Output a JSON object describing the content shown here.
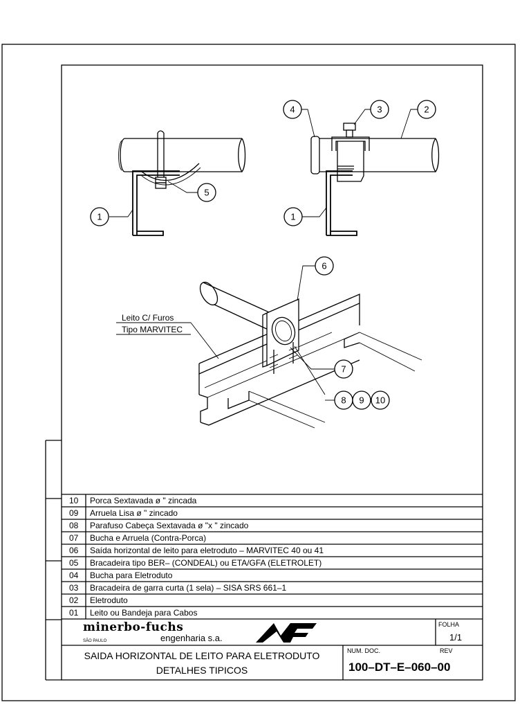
{
  "callouts": [
    {
      "id": "c1a",
      "num": "1"
    },
    {
      "id": "c5",
      "num": "5"
    },
    {
      "id": "c4",
      "num": "4"
    },
    {
      "id": "c3",
      "num": "3"
    },
    {
      "id": "c2",
      "num": "2"
    },
    {
      "id": "c1b",
      "num": "1"
    },
    {
      "id": "c6",
      "num": "6"
    },
    {
      "id": "c7",
      "num": "7"
    },
    {
      "id": "c8",
      "num": "8"
    },
    {
      "id": "c9",
      "num": "9"
    },
    {
      "id": "c10",
      "num": "10"
    }
  ],
  "annotation": {
    "line1": "Leito C/ Furos",
    "line2": "Tipo MARVITEC"
  },
  "parts": [
    {
      "num": "10",
      "desc": "Porca Sextavada ø    \" zincada"
    },
    {
      "num": "09",
      "desc": "Arruela Lisa ø    \" zincado"
    },
    {
      "num": "08",
      "desc": "Parafuso Cabeça Sextavada ø    \"x    \" zincado"
    },
    {
      "num": "07",
      "desc": "Bucha e Arruela (Contra-Porca)"
    },
    {
      "num": "06",
      "desc": "Saída horizontal de leito para eletroduto – MARVITEC 40 ou 41"
    },
    {
      "num": "05",
      "desc": "Bracadeira tipo BER– (CONDEAL) ou ETA/GFA (ELETROLET)"
    },
    {
      "num": "04",
      "desc": "Bucha para Eletroduto"
    },
    {
      "num": "03",
      "desc": "Bracadeira de garra curta (1 sela) – SISA SRS 661–1"
    },
    {
      "num": "02",
      "desc": "Eletroduto"
    },
    {
      "num": "01",
      "desc": "Leito ou Bandeja para Cabos"
    }
  ],
  "titleblock": {
    "company": "minerbo-fuchs",
    "city": "SÃO PAULO",
    "company_sub": "engenharia s.a.",
    "folha_label": "FOLHA",
    "folha_value": "1/1",
    "title_line1": "SAIDA HORIZONTAL DE LEITO PARA ELETRODUTO",
    "title_line2": "DETALHES TIPICOS",
    "num_doc_label": "NUM. DOC.",
    "rev_label": "REV",
    "doc_number": "100–DT–E–060–00"
  }
}
